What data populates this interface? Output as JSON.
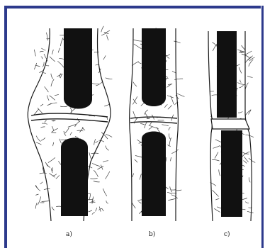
{
  "figure": {
    "panels": [
      {
        "label": "a)"
      },
      {
        "label": "b)"
      },
      {
        "label": "c)"
      }
    ]
  },
  "colors": {
    "frame": "#2d3a8c",
    "bone": "#111111",
    "ink": "#1a1a1a"
  }
}
